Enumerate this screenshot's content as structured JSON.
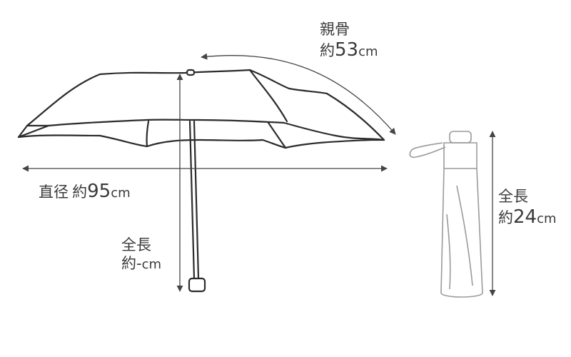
{
  "labels": {
    "rib": {
      "name": "親骨",
      "approx": "約",
      "value": "53",
      "unit": "cm"
    },
    "diameter": {
      "name": "直径",
      "approx": "約",
      "value": "95",
      "unit": "cm"
    },
    "open_length": {
      "name": "全長",
      "approx": "約",
      "value": "-",
      "unit": "cm"
    },
    "closed_length": {
      "name": "全長",
      "approx": "約",
      "value": "24",
      "unit": "cm"
    }
  },
  "colors": {
    "line": "#2b2b2b",
    "dimension": "#444444",
    "text": "#3a3a3a",
    "closed_outline": "#9a9a9a"
  }
}
